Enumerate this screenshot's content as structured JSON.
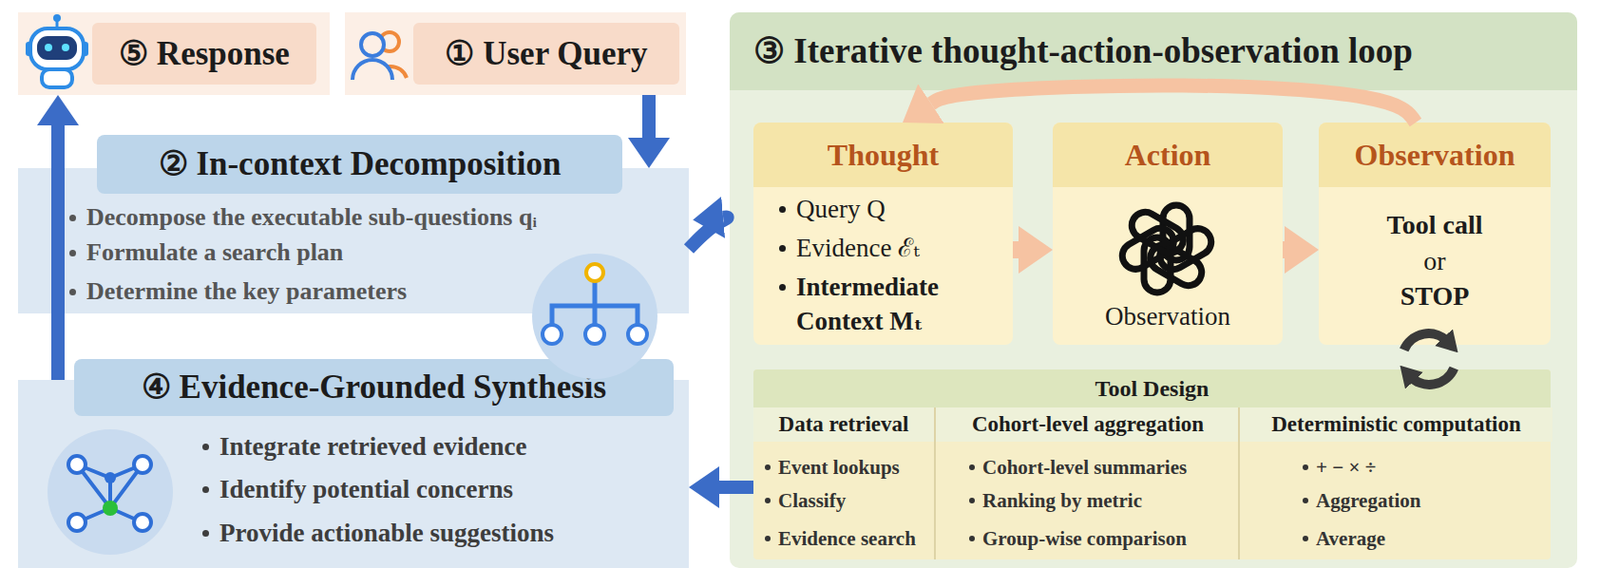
{
  "diagram": {
    "nodes": [
      {
        "text": [
          "⑤ Response"
        ]
      },
      {
        "text": [
          "① User Query"
        ]
      },
      {
        "text": [
          "② In-context Decomposition",
          "Decompose the executable sub-questions qᵢ",
          "Formulate a search plan",
          "Determine the key parameters"
        ]
      },
      {
        "text": [
          "④ Evidence-Grounded Synthesis",
          "Integrate retrieved evidence",
          "Identify potential concerns",
          "Provide actionable suggestions"
        ]
      },
      {
        "text": [
          "③ Iterative thought-action-observation loop"
        ]
      },
      {
        "text": [
          "Thought",
          "Query Q",
          "Evidence ℰₜ",
          "Intermediate Context Mₜ"
        ],
        "in": 4
      },
      {
        "text": [
          "Action",
          "Observation"
        ],
        "in": 4
      },
      {
        "text": [
          "Observation",
          "Tool call",
          "or",
          "STOP"
        ],
        "in": 4
      },
      {
        "text": [
          "Tool Design"
        ],
        "in": 4
      },
      {
        "text": [
          "Data retrieval",
          "Event lookups",
          "Classify",
          "Evidence search"
        ],
        "in": 8
      },
      {
        "text": [
          "Cohort-level aggregation",
          "Cohort-level summaries",
          "Ranking by metric",
          "Group-wise comparison"
        ],
        "in": 8
      },
      {
        "text": [
          "Deterministic computation",
          "+ − × ÷",
          "Aggregation",
          "Average"
        ],
        "in": 8
      }
    ],
    "edges": [
      {
        "from": 1,
        "to": 2,
        "arrow": "to"
      },
      {
        "from": 2,
        "to": 5,
        "arrow": "to"
      },
      {
        "from": 5,
        "to": 6,
        "arrow": "to"
      },
      {
        "from": 6,
        "to": 7,
        "arrow": "to"
      },
      {
        "from": 7,
        "to": 5,
        "arrow": "to"
      },
      {
        "from": 8,
        "to": 3,
        "arrow": "to"
      },
      {
        "from": 3,
        "to": 0,
        "arrow": "to"
      }
    ]
  }
}
